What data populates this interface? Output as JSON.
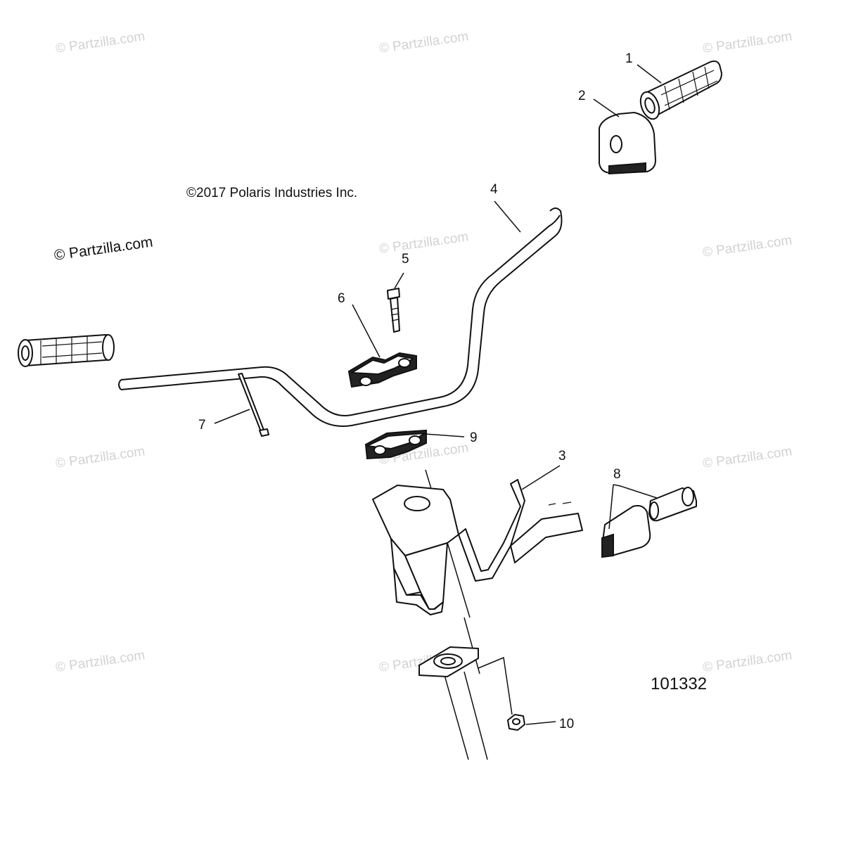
{
  "copyright": "©2017 Polaris Industries Inc.",
  "diagram_number": "101332",
  "watermark": "© Partzilla.com",
  "callouts": [
    "1",
    "2",
    "3",
    "4",
    "5",
    "6",
    "7",
    "8",
    "9",
    "10"
  ],
  "colors": {
    "line": "#111111",
    "watermark": "#d2d2d2",
    "background": "#ffffff"
  }
}
